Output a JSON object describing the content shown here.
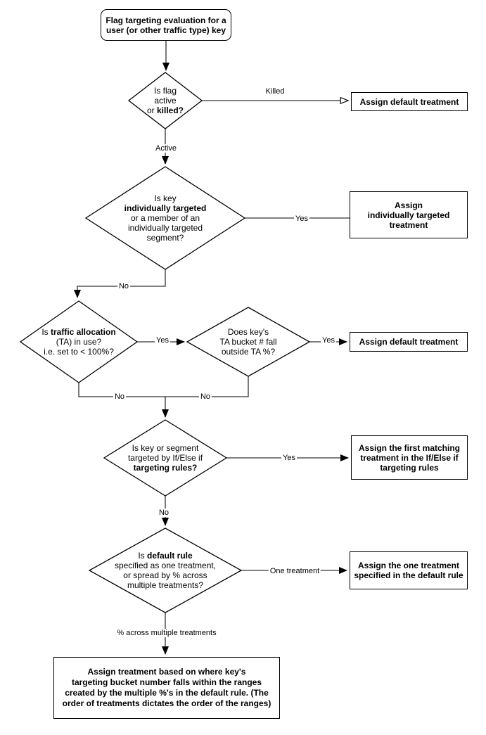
{
  "nodes": {
    "start": {
      "lines": [
        [
          {
            "t": "Flag targeting evaluation for a",
            "b": 1
          }
        ],
        [
          {
            "t": "user (or other traffic type) key",
            "b": 1
          }
        ]
      ]
    },
    "d1_flag_active": {
      "lines": [
        [
          {
            "t": "Is flag"
          }
        ],
        [
          {
            "t": "active"
          }
        ],
        [
          {
            "t": "or "
          },
          {
            "t": "killed?",
            "b": 1
          }
        ]
      ]
    },
    "box_default_killed": {
      "lines": [
        [
          {
            "t": "Assign default treatment",
            "b": 1
          }
        ]
      ]
    },
    "d2_individually_targeted": {
      "lines": [
        [
          {
            "t": "Is key"
          }
        ],
        [
          {
            "t": "individually targeted",
            "b": 1
          }
        ],
        [
          {
            "t": "or a member of an"
          }
        ],
        [
          {
            "t": "individually targeted"
          }
        ],
        [
          {
            "t": "segment?"
          }
        ]
      ]
    },
    "box_individually_targeted": {
      "lines": [
        [
          {
            "t": "Assign",
            "b": 1
          }
        ],
        [
          {
            "t": "individually targeted",
            "b": 1
          }
        ],
        [
          {
            "t": "treatment",
            "b": 1
          }
        ]
      ]
    },
    "d3_traffic_allocation": {
      "lines": [
        [
          {
            "t": "Is "
          },
          {
            "t": "traffic allocation",
            "b": 1
          }
        ],
        [
          {
            "t": "(TA) in use?"
          }
        ],
        [
          {
            "t": "i.e. set to < 100%?"
          }
        ]
      ]
    },
    "d4_ta_bucket": {
      "lines": [
        [
          {
            "t": "Does key's"
          }
        ],
        [
          {
            "t": "TA bucket # fall"
          }
        ],
        [
          {
            "t": "outside TA %?"
          }
        ]
      ]
    },
    "box_default_ta": {
      "lines": [
        [
          {
            "t": "Assign default treatment",
            "b": 1
          }
        ]
      ]
    },
    "d5_targeting_rules": {
      "lines": [
        [
          {
            "t": "Is key or segment"
          }
        ],
        [
          {
            "t": "targeted by If/Else if"
          }
        ],
        [
          {
            "t": "targeting rules?",
            "b": 1
          }
        ]
      ]
    },
    "box_first_matching": {
      "lines": [
        [
          {
            "t": "Assign the first matching",
            "b": 1
          }
        ],
        [
          {
            "t": "treatment in the If/Else if",
            "b": 1
          }
        ],
        [
          {
            "t": "targeting rules",
            "b": 1
          }
        ]
      ]
    },
    "d6_default_rule": {
      "lines": [
        [
          {
            "t": "Is "
          },
          {
            "t": "default rule",
            "b": 1
          }
        ],
        [
          {
            "t": "specified as one treatment,"
          }
        ],
        [
          {
            "t": "or spread by % across"
          }
        ],
        [
          {
            "t": "multiple treatments?"
          }
        ]
      ]
    },
    "box_one_treatment": {
      "lines": [
        [
          {
            "t": "Assign the one treatment",
            "b": 1
          }
        ],
        [
          {
            "t": "specified in the default rule",
            "b": 1
          }
        ]
      ]
    },
    "box_bucket_ranges": {
      "lines": [
        [
          {
            "t": "Assign treatment based on where key's",
            "b": 1
          }
        ],
        [
          {
            "t": "targeting bucket number falls within the ranges",
            "b": 1
          }
        ],
        [
          {
            "t": "created by the multiple %'s in the default rule. (The",
            "b": 1
          }
        ],
        [
          {
            "t": "order of treatments dictates the order of the ranges)",
            "b": 1
          }
        ]
      ]
    }
  },
  "edge_labels": {
    "killed": "Killed",
    "active": "Active",
    "yes_individual": "Yes",
    "no_individual": "No",
    "yes_ta": "Yes",
    "yes_outside": "Yes",
    "no_ta": "No",
    "no_outside": "No",
    "yes_rules": "Yes",
    "no_rules": "No",
    "one_treatment": "One treatment",
    "pct_across": "% across multiple treatments"
  },
  "colors": {
    "stroke": "#000000",
    "fill": "#ffffff"
  }
}
